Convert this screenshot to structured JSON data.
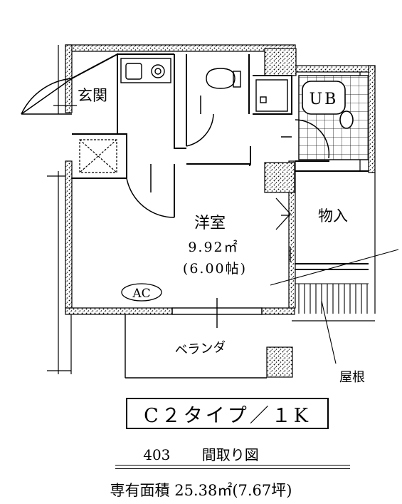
{
  "rooms": {
    "genkan": "玄関",
    "yoshitsu": "洋室",
    "yoshitsu_area": "9.92㎡",
    "yoshitsu_tatami": "(6.00帖)",
    "ub": "UB",
    "monoire": "物入",
    "veranda": "ベランダ",
    "ac": "AC",
    "yane": "屋根"
  },
  "plan_type": "C２タイプ／１K",
  "unit_number": "403",
  "plan_title": "間取り図",
  "area_label": "専有面積",
  "area_value": "25.38㎡(7.67坪)",
  "colors": {
    "line": "#000000",
    "background": "#ffffff"
  }
}
